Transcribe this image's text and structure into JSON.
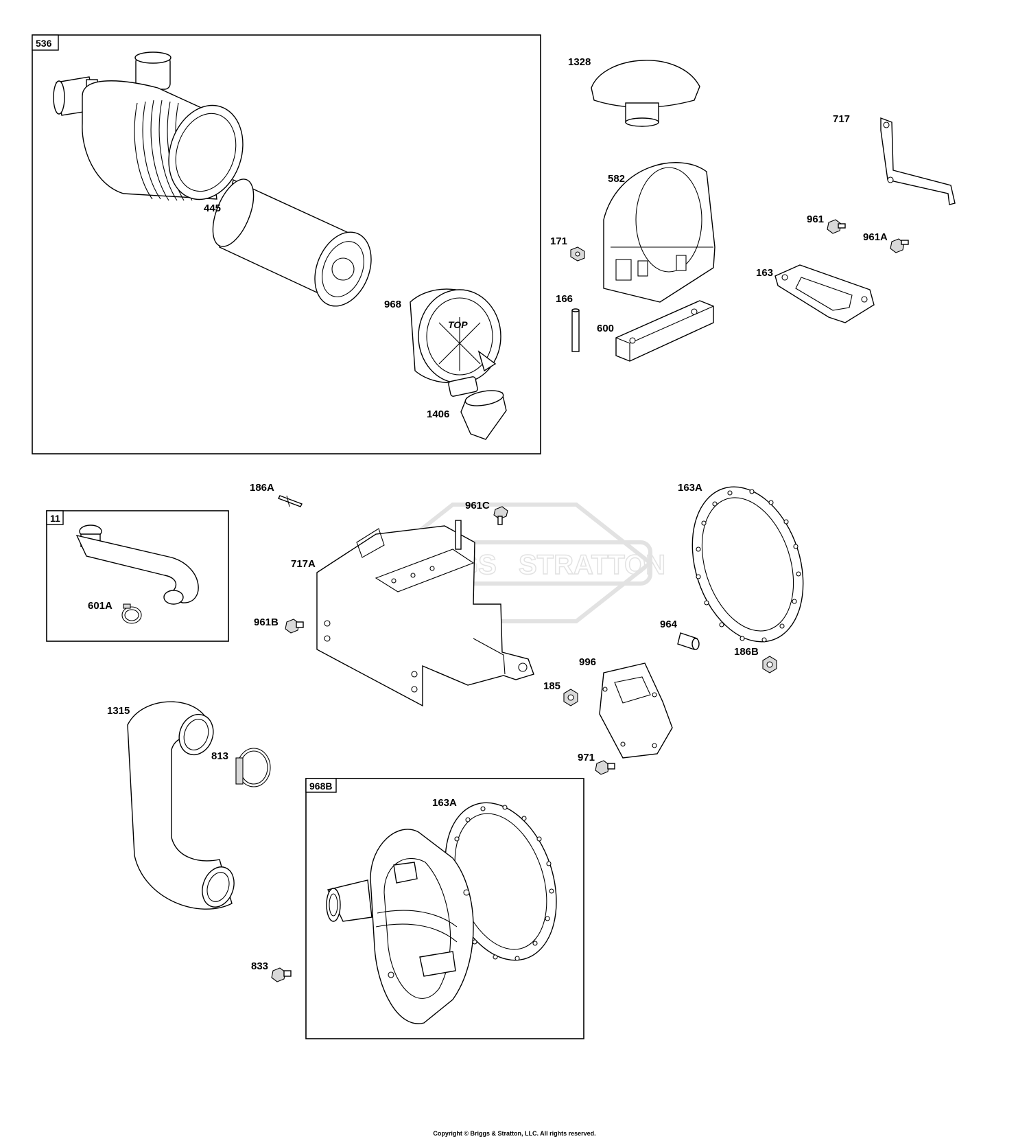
{
  "watermark": {
    "brand": "BRIGGS & STRATTON",
    "line1": "BRIGGS",
    "line2": "STRATTON"
  },
  "footer": {
    "copyright": "Copyright © Briggs & Stratton, LLC. All rights reserved."
  },
  "boxes": {
    "air_cleaner_assembly": "536",
    "intake_elbow_assembly": "11",
    "cover_assembly": "968B"
  },
  "filter_marking": "TOP",
  "callouts": {
    "p445": "445",
    "p968": "968",
    "p1406": "1406",
    "p1328": "1328",
    "p717": "717",
    "p582": "582",
    "p171": "171",
    "p961": "961",
    "p961A": "961A",
    "p163": "163",
    "p166": "166",
    "p600": "600",
    "p186A": "186A",
    "p961C": "961C",
    "p163A_top": "163A",
    "p717A": "717A",
    "p601A": "601A",
    "p961B": "961B",
    "p964": "964",
    "p186B": "186B",
    "p996": "996",
    "p185": "185",
    "p1315": "1315",
    "p813": "813",
    "p971": "971",
    "p163A_box": "163A",
    "p833": "833"
  }
}
